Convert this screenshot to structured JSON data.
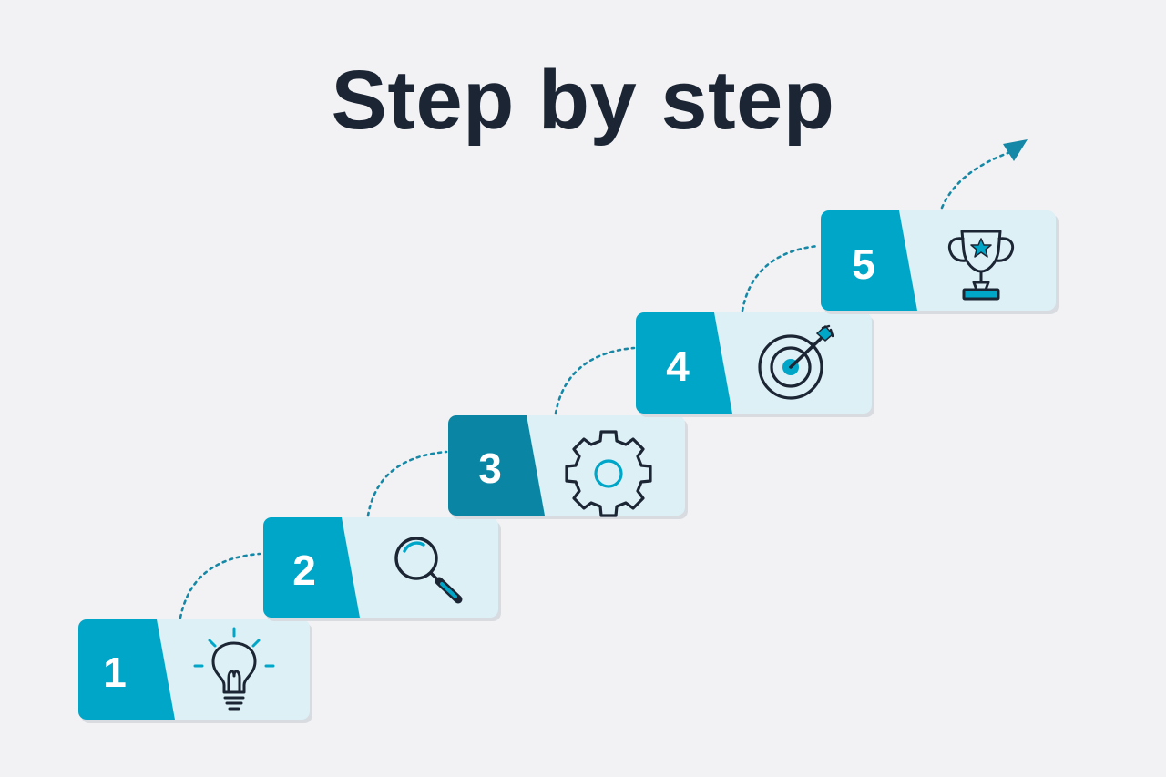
{
  "title": "Step by step",
  "colors": {
    "background": "#f2f2f4",
    "title": "#1b2533",
    "accent": "#00a6c8",
    "accent_dark": "#0a85a3",
    "card": "#dcf0f6",
    "icon_stroke": "#1b2533",
    "connector": "#1488a6"
  },
  "steps": [
    {
      "number": "1",
      "icon": "lightbulb-icon"
    },
    {
      "number": "2",
      "icon": "magnifier-icon"
    },
    {
      "number": "3",
      "icon": "gear-icon"
    },
    {
      "number": "4",
      "icon": "target-icon"
    },
    {
      "number": "5",
      "icon": "trophy-icon"
    }
  ]
}
